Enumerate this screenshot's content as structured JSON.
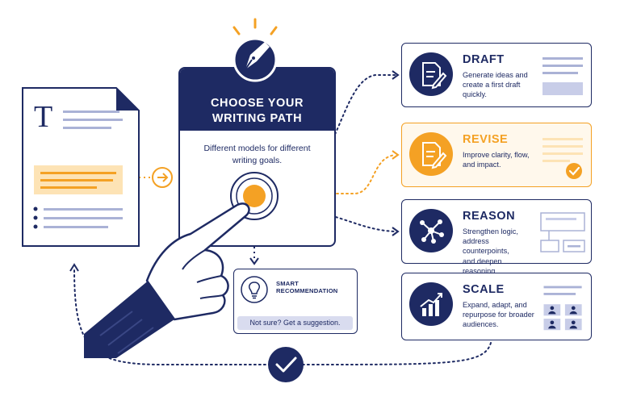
{
  "chooser": {
    "title_line1": "CHOOSE YOUR",
    "title_line2": "WRITING PATH",
    "subtitle_line1": "Different models for different",
    "subtitle_line2": "writing goals."
  },
  "left_document": {
    "letter": "T"
  },
  "options": [
    {
      "title": "DRAFT",
      "description": [
        "Generate ideas and",
        "create a first draft",
        "quickly."
      ],
      "icon": "document-pen-icon"
    },
    {
      "title": "REVISE",
      "description": [
        "Improve clarity, flow,",
        "and impact."
      ],
      "icon": "document-edit-icon",
      "active": true
    },
    {
      "title": "REASON",
      "description": [
        "Strengthen logic,",
        "address counterpoints,",
        "and deepen reasoning."
      ],
      "icon": "network-nodes-icon"
    },
    {
      "title": "SCALE",
      "description": [
        "Expand, adapt, and",
        "repurpose for broader",
        "audiences."
      ],
      "icon": "growth-chart-icon"
    }
  ],
  "smart_recommendation": {
    "title": "SMART RECOMMENDATION",
    "button_label": "Not sure? Get a suggestion."
  },
  "colors": {
    "navy": "#1e2a63",
    "orange": "#f4a124",
    "light_navy": "#aab2d6",
    "light_orange": "#fde3b5"
  }
}
